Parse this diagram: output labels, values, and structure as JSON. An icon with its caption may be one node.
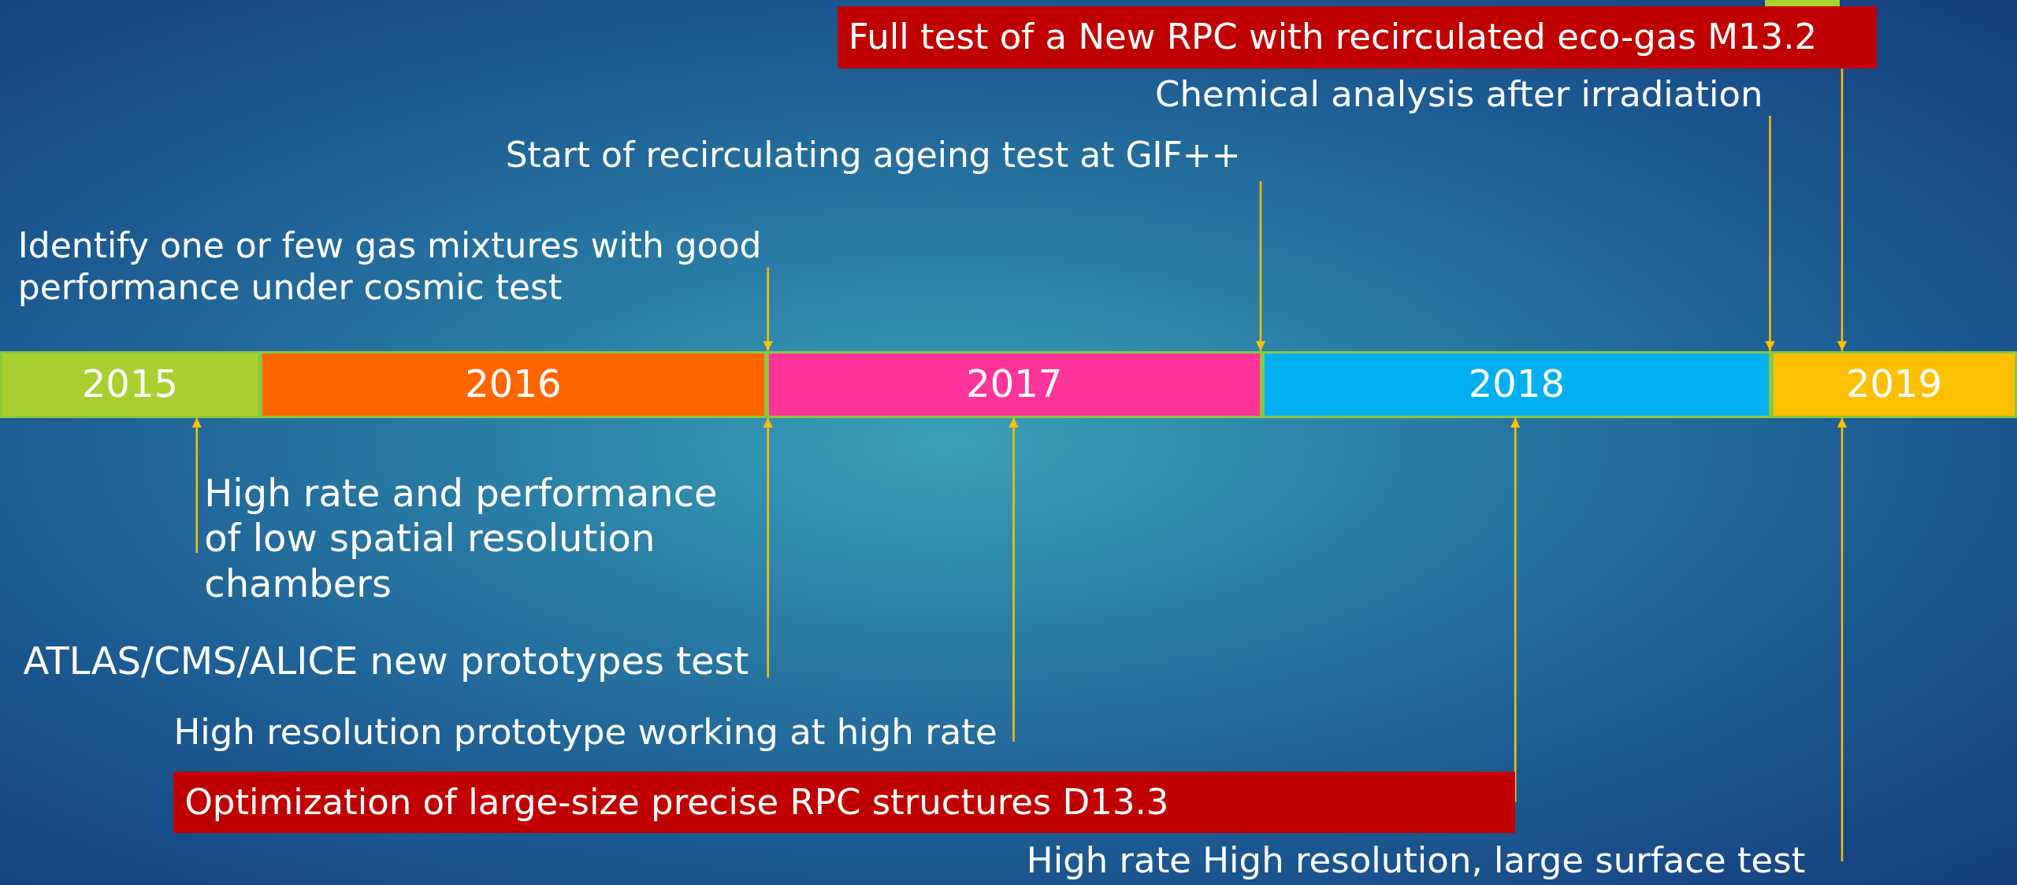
{
  "diagram": {
    "nodes": [
      {
        "text": [
          "2015"
        ]
      },
      {
        "text": [
          "2016"
        ]
      },
      {
        "text": [
          "2017"
        ]
      },
      {
        "text": [
          "2018"
        ]
      },
      {
        "text": [
          "2019"
        ]
      },
      {
        "text": [
          "Full test of a New RPC with recirculated eco-gas M13.2"
        ]
      },
      {
        "text": [
          "Chemical analysis after irradiation"
        ]
      },
      {
        "text": [
          "Start of recirculating ageing test at GIF++"
        ]
      },
      {
        "text": [
          "Identify one or few gas mixtures with good performance under cosmic test"
        ]
      },
      {
        "text": [
          "High rate and performance of low spatial resolution chambers"
        ]
      },
      {
        "text": [
          "ATLAS/CMS/ALICE new prototypes test"
        ]
      },
      {
        "text": [
          "High resolution prototype working at high rate"
        ]
      },
      {
        "text": [
          "Optimization of large-size precise RPC structures D13.3"
        ]
      },
      {
        "text": [
          "High rate High resolution, large surface test"
        ]
      }
    ],
    "edges": [
      {
        "from": 5,
        "to": 4,
        "arrow": "to"
      },
      {
        "from": 6,
        "to": 4,
        "arrow": "to"
      },
      {
        "from": 7,
        "to": 2,
        "arrow": "to"
      },
      {
        "from": 8,
        "to": 2,
        "arrow": "to"
      },
      {
        "from": 9,
        "to": 0,
        "arrow": "to"
      },
      {
        "from": 10,
        "to": 2,
        "arrow": "to"
      },
      {
        "from": 11,
        "to": 2,
        "arrow": "to"
      },
      {
        "from": 12,
        "to": 3,
        "arrow": "to"
      },
      {
        "from": 13,
        "to": 4,
        "arrow": "to"
      }
    ]
  }
}
